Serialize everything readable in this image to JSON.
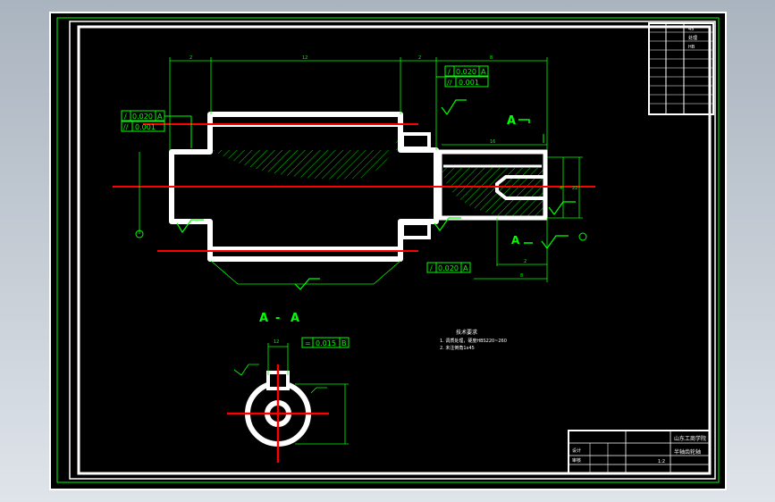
{
  "drawing": {
    "section_title_left": "A",
    "section_title_dash": "-",
    "section_title_right": "A",
    "view_marker": "A",
    "view_marker_b": "A",
    "datum_label": "A",
    "notes_title": "技术要求",
    "notes_lines": [
      "1.  调质处理，硬度HBS220~260",
      "2.  未注倒角1x45"
    ],
    "fcf_top_1": {
      "symbol": "/",
      "value": "0.020",
      "datum": "A"
    },
    "fcf_top_2": {
      "symbol": "//",
      "value": "0.001",
      "datum": ""
    },
    "fcf_left_1": {
      "symbol": "/",
      "value": "0.020",
      "datum": "A"
    },
    "fcf_left_2": {
      "symbol": "//",
      "value": "0.001",
      "datum": ""
    },
    "fcf_bottom": {
      "symbol": "/",
      "value": "0.020",
      "datum": "A"
    },
    "fcf_section": {
      "symbol": "=",
      "value": "0.015",
      "datum": "B"
    },
    "dim_labels": [
      "2",
      "12",
      "2",
      "8",
      "16",
      "2",
      "8",
      "22",
      "4"
    ]
  },
  "title_block_top": {
    "rows": [
      "45",
      "处理",
      "HB",
      "",
      "",
      "",
      "",
      "",
      "",
      ""
    ]
  },
  "title_block_bottom": {
    "school": "山东工商学院",
    "part_name": "半轴齿轮轴",
    "scale": "1:2",
    "designer": "设计",
    "checker": "审核"
  },
  "colors": {
    "background": "#000000",
    "frame": "#ffffff",
    "dimension": "#00ff00",
    "centerline": "#ff0000",
    "hatch": "#00ff00"
  }
}
